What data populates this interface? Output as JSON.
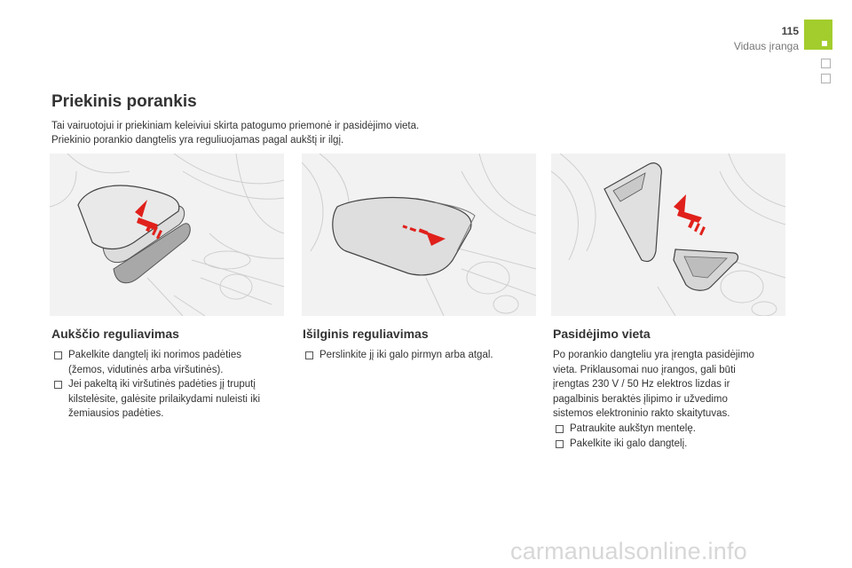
{
  "header": {
    "page_number": "115",
    "section": "Vidaus įranga"
  },
  "title": "Priekinis porankis",
  "intro": [
    "Tai vairuotojui ir priekiniam keleiviui skirta patogumo priemonė ir pasidėjimo vieta.",
    "Priekinio porankio dangtelis yra reguliuojamas pagal aukštį ir ilgį."
  ],
  "sections": [
    {
      "heading": "Aukščio reguliavimas",
      "bullets": [
        [
          "Pakelkite dangtelį iki norimos padėties",
          "(žemos, vidutinės arba viršutinės)."
        ],
        [
          "Jei pakeltą iki viršutinės padėties jį truputį",
          "kilstelėsite, galėsite prilaikydami nuleisti iki",
          "žemiausios padėties."
        ]
      ]
    },
    {
      "heading": "Išilginis reguliavimas",
      "bullets": [
        [
          "Perslinkite jį iki galo pirmyn arba atgal."
        ]
      ]
    },
    {
      "heading": "Pasidėjimo vieta",
      "paragraph": [
        "Po porankio dangteliu yra įrengta pasidėjimo",
        "vieta. Priklausomai nuo įrangos, gali būti",
        "įrengtas 230 V / 50 Hz elektros lizdas ir",
        "pagalbinis beraktės įlipimo ir užvedimo",
        "sistemos elektroninio rakto skaitytuvas."
      ],
      "bullets": [
        [
          "Patraukite aukštyn mentelę."
        ],
        [
          "Pakelkite iki galo dangtelį."
        ]
      ]
    }
  ],
  "figures": [
    {
      "icon": "armrest-height-illustration",
      "arrow_color": "#e0201b"
    },
    {
      "icon": "armrest-slide-illustration",
      "arrow_color": "#e0201b"
    },
    {
      "icon": "armrest-storage-illustration",
      "arrow_color": "#e0201b"
    }
  ],
  "watermark": "carmanualsonline.info",
  "colors": {
    "tab": "#a3cd2d",
    "arrow": "#e0201b"
  }
}
